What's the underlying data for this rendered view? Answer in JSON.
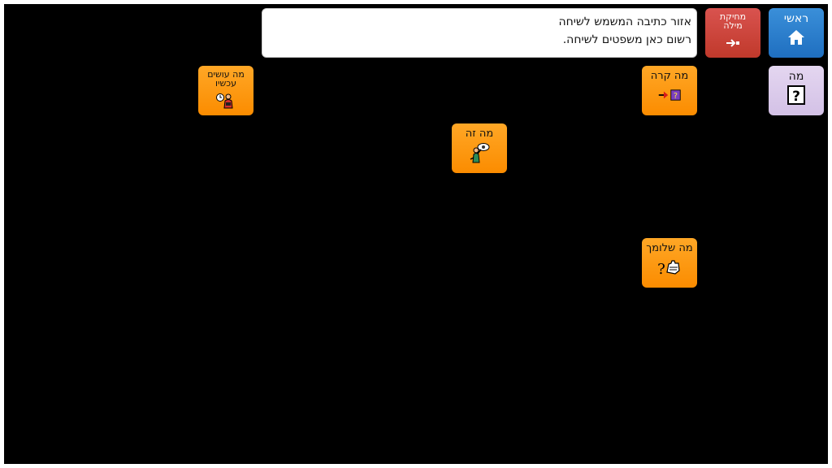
{
  "toolbar": {
    "home_label": "ראשי",
    "delete_word_label": "מחיקת מילה",
    "composer_line1": "אזור כתיבה המשמש לשיחה",
    "composer_line2": "רשום כאן משפטים לשיחה."
  },
  "tiles": {
    "what": "מה",
    "what_happened": "מה קרה",
    "what_doing_now": "מה עושים עכשיו",
    "what_is_this": "מה זה",
    "how_are_you": "מה שלומך"
  },
  "colors": {
    "tile_orange": "#fb8c00",
    "home_blue": "#1f6fc0",
    "delete_red": "#c0392b",
    "question_lavender": "#d3c1e6",
    "background": "#000000"
  }
}
